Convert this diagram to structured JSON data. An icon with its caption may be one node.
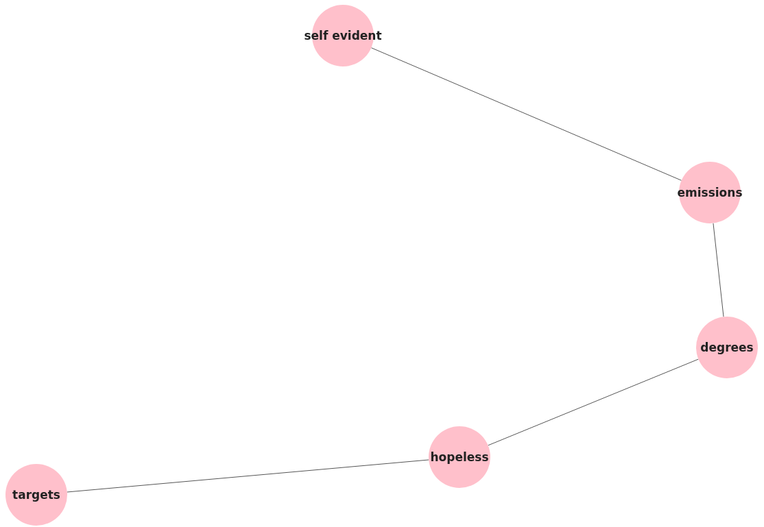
{
  "diagram": {
    "nodes": [
      {
        "text": [
          "self evident"
        ]
      },
      {
        "text": [
          "emissions"
        ]
      },
      {
        "text": [
          "degrees"
        ]
      },
      {
        "text": [
          "hopeless"
        ]
      },
      {
        "text": [
          "targets"
        ]
      }
    ],
    "edges": [
      {
        "from": 0,
        "to": 1,
        "arrow": "none"
      },
      {
        "from": 1,
        "to": 2,
        "arrow": "none"
      },
      {
        "from": 2,
        "to": 3,
        "arrow": "none"
      },
      {
        "from": 3,
        "to": 4,
        "arrow": "none"
      }
    ]
  }
}
